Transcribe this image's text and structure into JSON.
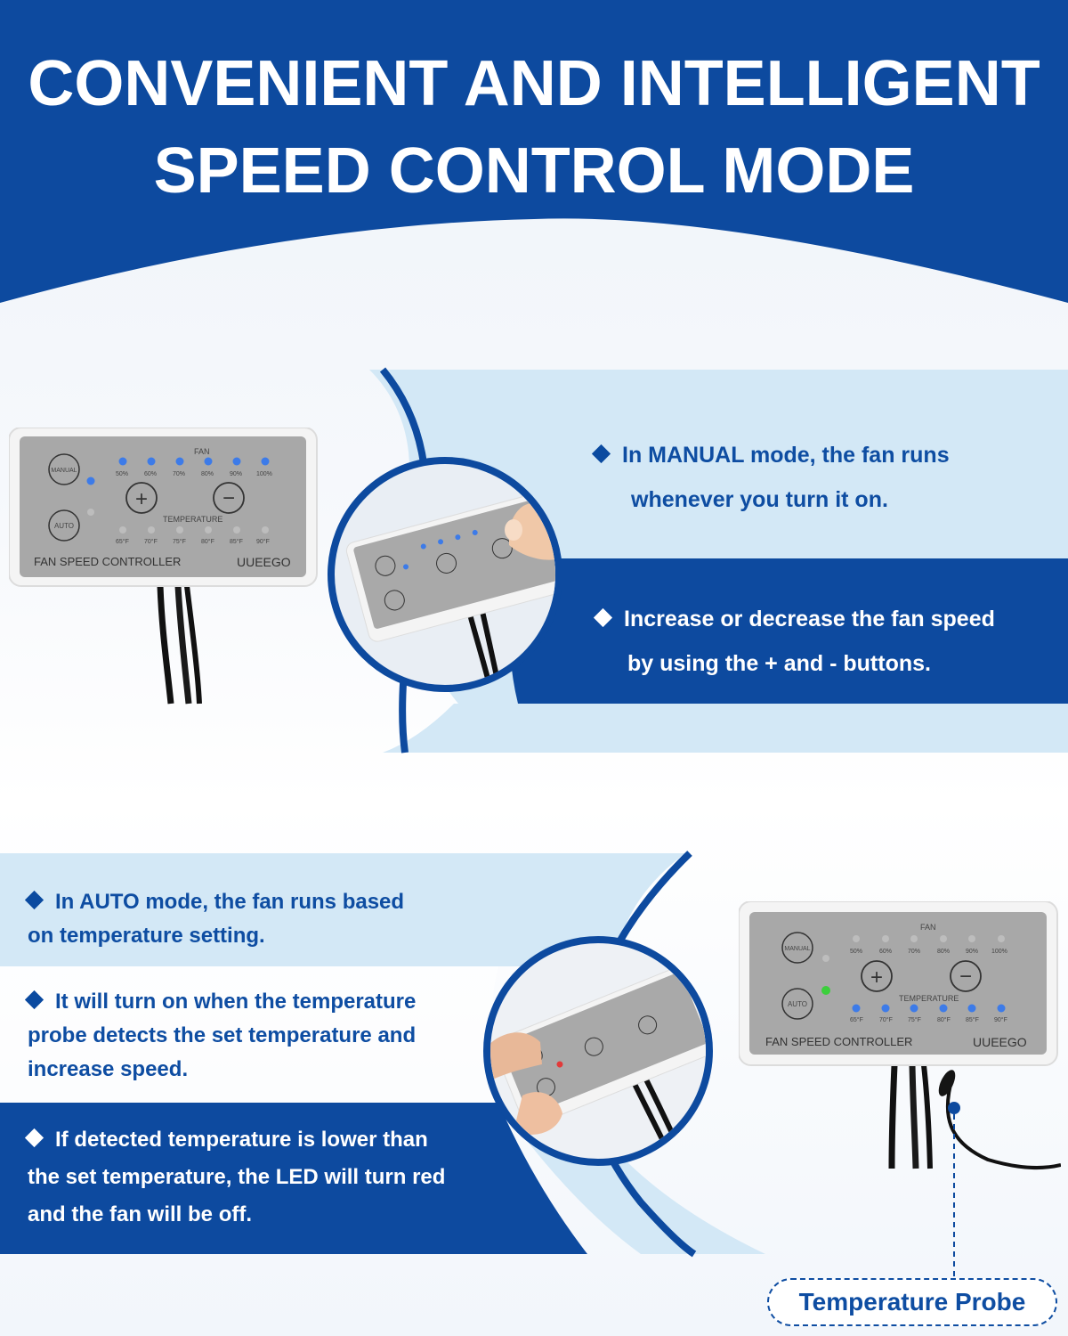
{
  "header": {
    "title_line1": "CONVENIENT AND INTELLIGENT",
    "title_line2": "SPEED CONTROL MODE"
  },
  "manual_section": {
    "bullet1_line1": "In MANUAL mode, the fan runs",
    "bullet1_line2": "whenever you turn it on.",
    "bullet2_line1": "Increase or decrease the fan speed",
    "bullet2_line2": "by using the + and - buttons."
  },
  "auto_section": {
    "bullet1_line1": "In AUTO mode, the fan runs based",
    "bullet1_line2": "on temperature setting.",
    "bullet2_line1": "It will turn on when the temperature",
    "bullet2_line2": "probe detects the set temperature and",
    "bullet2_line3": "increase speed.",
    "bullet3_line1": "If detected temperature is lower than",
    "bullet3_line2": "the set temperature, the LED will turn red",
    "bullet3_line3": "and the fan will be off."
  },
  "controller": {
    "fan_label": "FAN",
    "temperature_label": "TEMPERATURE",
    "manual_button": "MANUAL",
    "auto_button": "AUTO",
    "plus": "+",
    "minus": "−",
    "name": "FAN SPEED CONTROLLER",
    "brand": "UUEEGO",
    "fan_levels": [
      "50%",
      "60%",
      "70%",
      "80%",
      "90%",
      "100%"
    ],
    "temperature_levels": [
      "65°F",
      "70°F",
      "75°F",
      "80°F",
      "85°F",
      "90°F"
    ]
  },
  "probe_label": "Temperature Probe",
  "colors": {
    "brand_blue": "#0d4a9f",
    "light_blue_band": "#d3e8f6",
    "led_blue": "#3d7be8",
    "led_green": "#3ccf3c",
    "led_red": "#e23a3a"
  }
}
